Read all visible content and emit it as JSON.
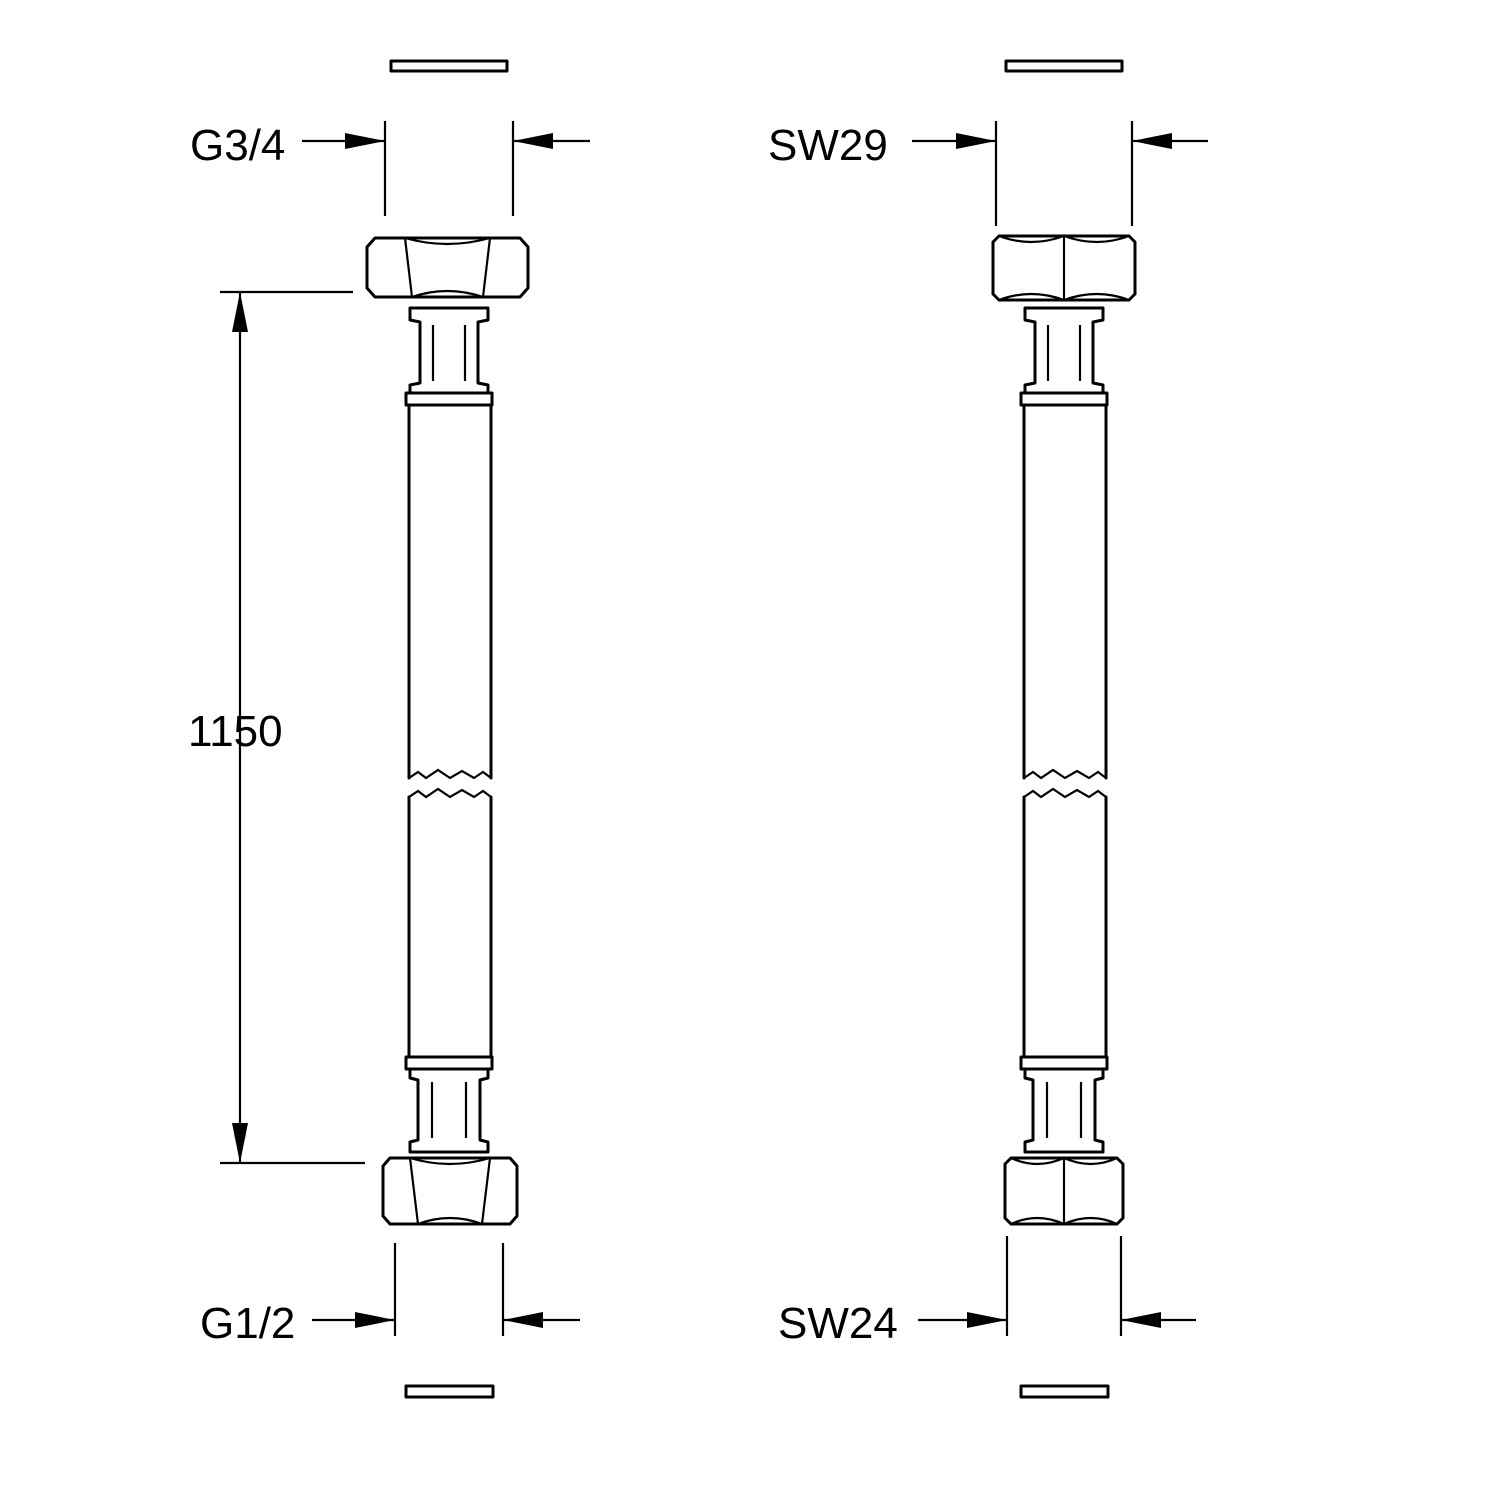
{
  "labels": {
    "left_top_thread": "G3/4",
    "left_bottom_thread": "G1/2",
    "length": "1150",
    "right_top_wrench": "SW29",
    "right_bottom_wrench": "SW24"
  }
}
